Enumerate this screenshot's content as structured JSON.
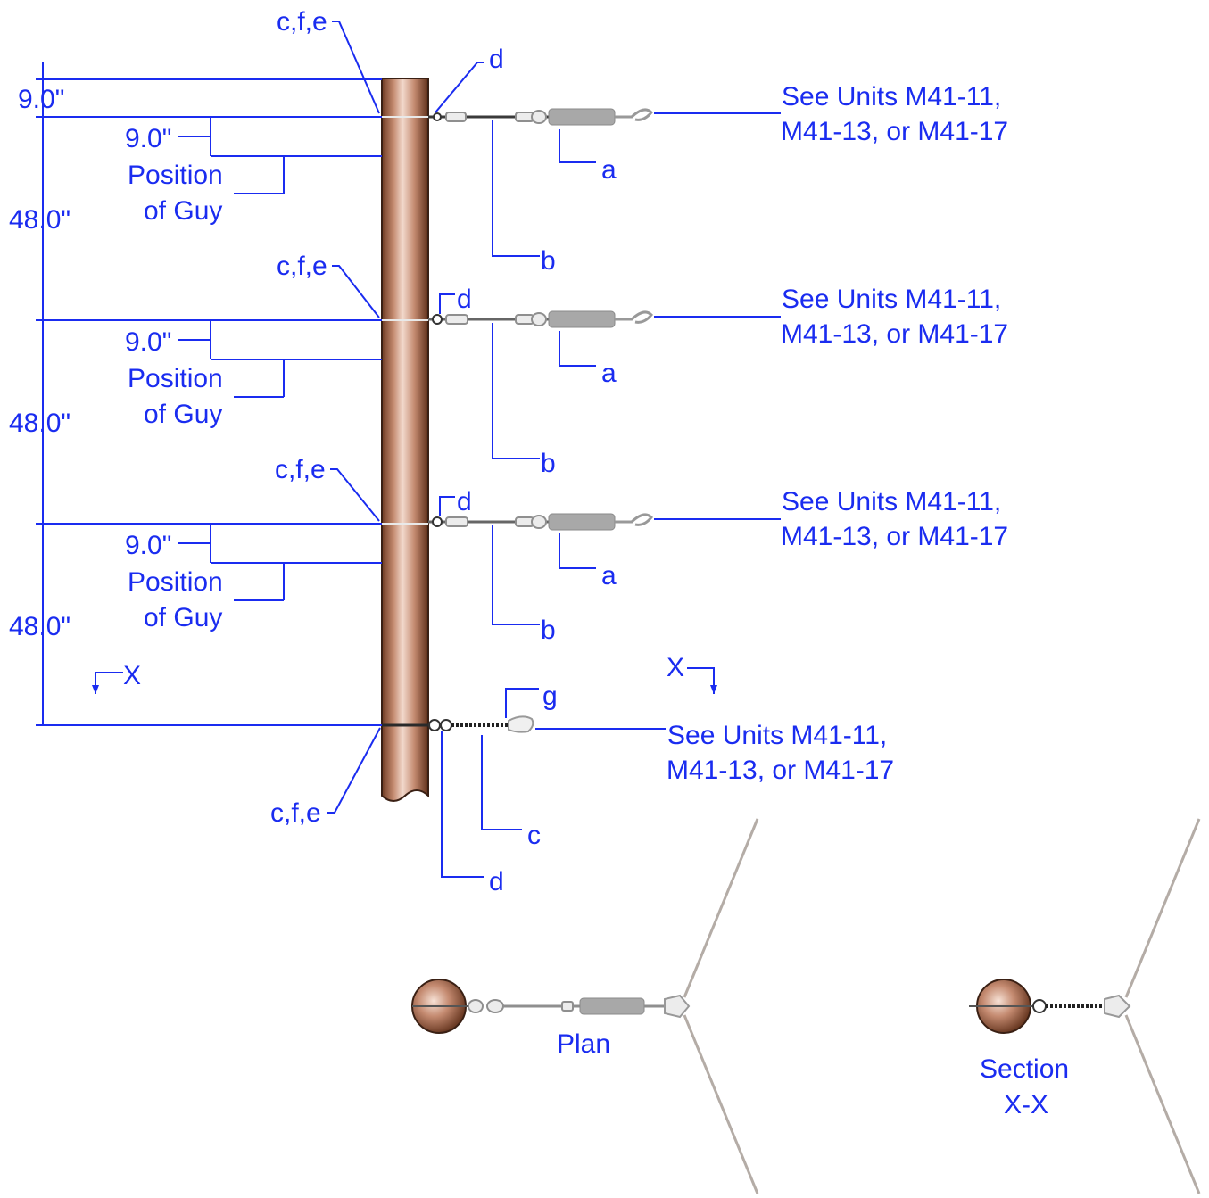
{
  "labels": {
    "cfe": "c,f,e",
    "a": "a",
    "b": "b",
    "c": "c",
    "d": "d",
    "g": "g",
    "x": "X",
    "see_units_line1": "See Units M41-11,",
    "see_units_line2": "M41-13, or M41-17",
    "position": "Position",
    "of_guy": "of Guy",
    "plan": "Plan",
    "section": "Section",
    "section_xx": "X-X"
  },
  "dimensions": {
    "top_offset": "9.0\"",
    "guy_offset": "9.0\"",
    "spacing": "48.0\""
  },
  "colors": {
    "annotation": "#1a2cf0",
    "pole": "#c48a70",
    "guy_wire": "#b4aca6",
    "hardware": "#3a3a3a",
    "insulator": "#a8a8a8"
  }
}
